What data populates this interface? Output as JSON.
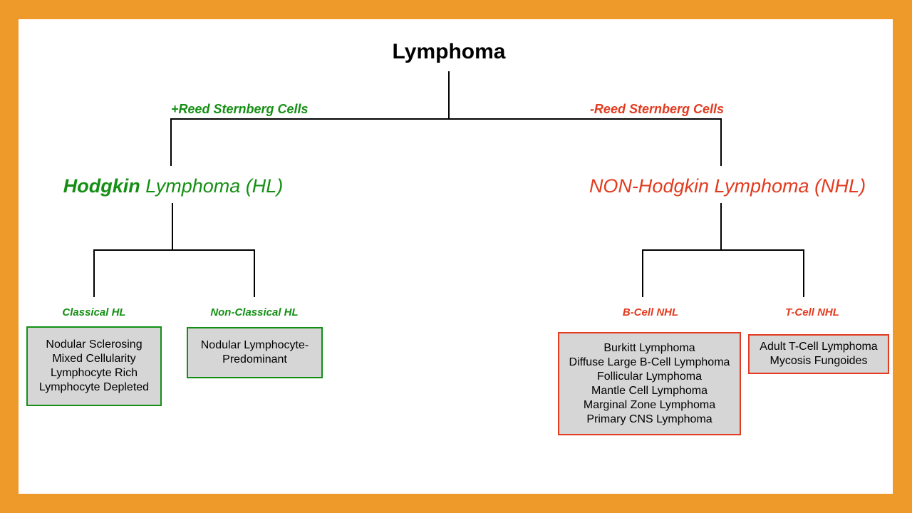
{
  "colors": {
    "frame_orange": "#ee9a2b",
    "panel_white": "#ffffff",
    "green": "#148f14",
    "red": "#e23b1f",
    "box_fill": "#d6d6d6",
    "connector_black": "#000000"
  },
  "root": {
    "title": "Lymphoma"
  },
  "split_labels": {
    "positive": "+Reed Sternberg Cells",
    "negative": "-Reed Sternberg Cells"
  },
  "hodgkin": {
    "label_bold": "Hodgkin",
    "label_rest": " Lymphoma (HL)"
  },
  "non_hodgkin": {
    "label": "NON-Hodgkin Lymphoma (NHL)"
  },
  "subgroups": [
    {
      "id": "classical-hl",
      "label": "Classical HL",
      "items": [
        "Nodular Sclerosing",
        "Mixed Cellularity",
        "Lymphocyte Rich",
        "Lymphocyte Depleted"
      ]
    },
    {
      "id": "non-classical-hl",
      "label": "Non-Classical HL",
      "items": [
        "Nodular Lymphocyte-Predominant"
      ]
    },
    {
      "id": "b-cell-nhl",
      "label": "B-Cell NHL",
      "items": [
        "Burkitt Lymphoma",
        "Diffuse Large B-Cell Lymphoma",
        "Follicular Lymphoma",
        "Mantle Cell Lymphoma",
        "Marginal Zone Lymphoma",
        "Primary CNS Lymphoma"
      ]
    },
    {
      "id": "t-cell-nhl",
      "label": "T-Cell NHL",
      "items": [
        "Adult T-Cell Lymphoma",
        "Mycosis Fungoides"
      ]
    }
  ]
}
